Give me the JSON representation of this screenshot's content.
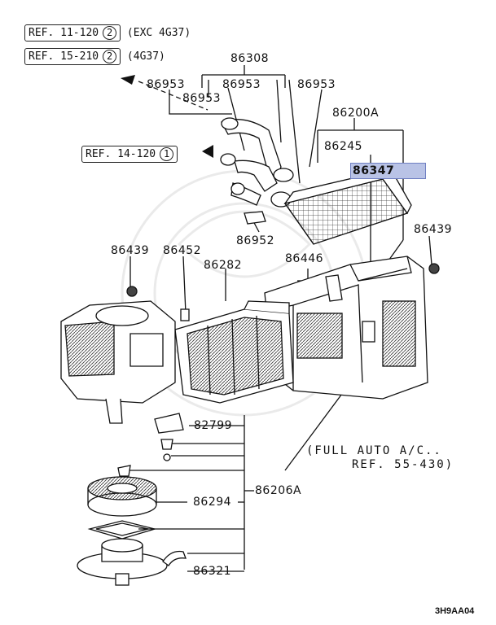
{
  "refs": {
    "r1": {
      "text": "REF. 11-120",
      "num": "2",
      "suffix": "(EXC 4G37)"
    },
    "r2": {
      "text": "REF. 15-210",
      "num": "2",
      "suffix": "(4G37)"
    },
    "r3": {
      "text": "REF. 14-120",
      "num": "1"
    }
  },
  "parts": {
    "p86308": "86308",
    "p86953a": "86953",
    "p86953b": "86953",
    "p86953c": "86953",
    "p86953d": "86953",
    "p86200A": "86200A",
    "p86245": "86245",
    "p86347": "86347",
    "p86952": "86952",
    "p86439a": "86439",
    "p86439b": "86439",
    "p86452": "86452",
    "p86282": "86282",
    "p86446": "86446",
    "p82799": "82799",
    "p86294": "86294",
    "p86206A": "86206A",
    "p86321": "86321"
  },
  "note": {
    "line1": "(FULL AUTO A/C..",
    "line2": "REF. 55-430)"
  },
  "diagram_code": "3H9AA04",
  "highlight_color": "#b9c3e6"
}
